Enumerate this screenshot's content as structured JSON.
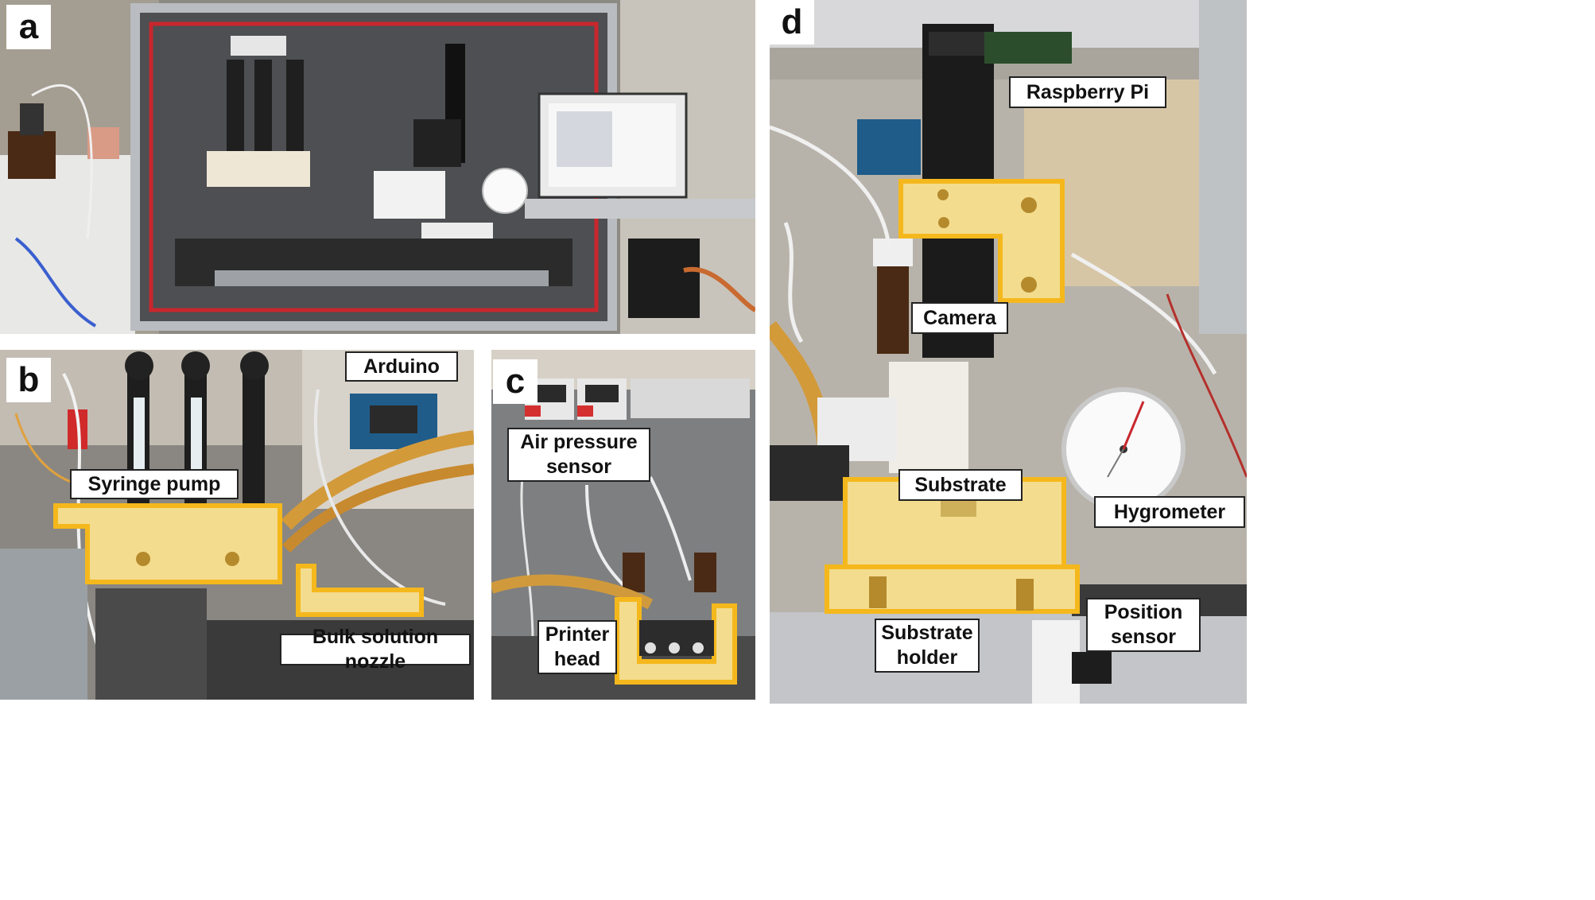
{
  "panels": {
    "a": {
      "letter": "a"
    },
    "b": {
      "letter": "b"
    },
    "c": {
      "letter": "c"
    },
    "d": {
      "letter": "d"
    }
  },
  "labels": {
    "arduino": "Arduino",
    "syringe_pump": "Syringe pump",
    "bulk_solution_nozzle": "Bulk solution nozzle",
    "air_pressure_sensor_line1": "Air pressure",
    "air_pressure_sensor_line2": "sensor",
    "printer_head_line1": "Printer",
    "printer_head_line2": "head",
    "raspberry_pi": "Raspberry Pi",
    "camera": "Camera",
    "substrate": "Substrate",
    "hygrometer": "Hygrometer",
    "substrate_holder_line1": "Substrate",
    "substrate_holder_line2": "holder",
    "position_sensor_line1": "Position",
    "position_sensor_line2": "sensor"
  },
  "colors": {
    "highlight": "#f5b81c",
    "highlight_fill": "#f3dc8e",
    "frame_red": "#c8272d",
    "aluminum": "#b9bcc0",
    "dark": "#2a2a2a"
  }
}
